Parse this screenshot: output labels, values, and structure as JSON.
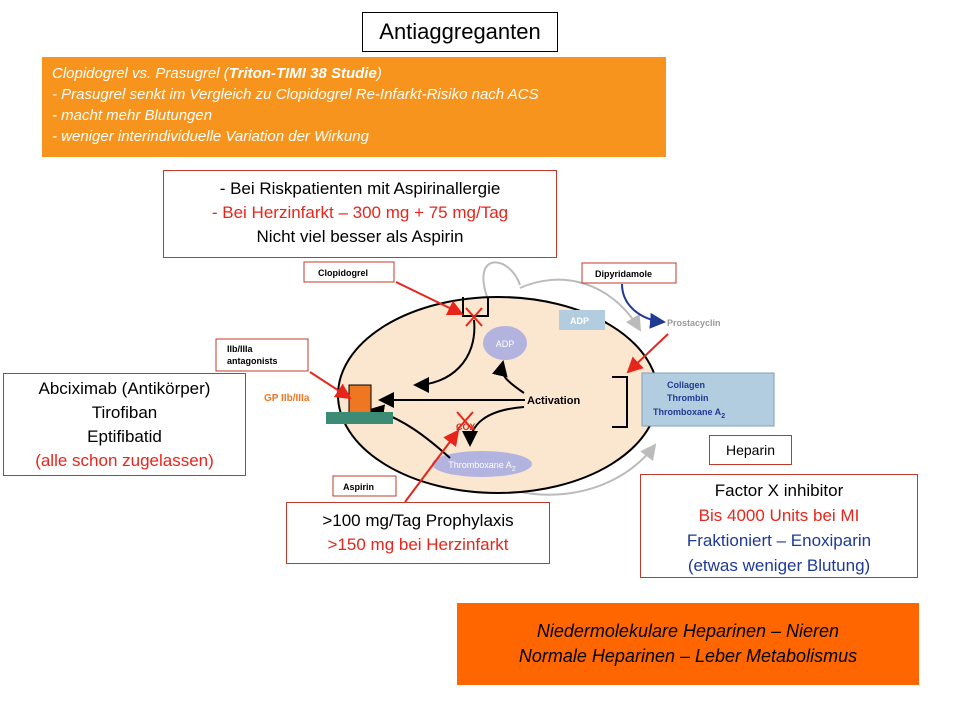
{
  "title": "Antiaggreganten",
  "clopidogrel_note": {
    "line1_prefix": "Clopidogrel vs. Prasugrel (",
    "line1_bold": "Triton-TIMI 38 Studie",
    "line1_suffix": ")",
    "line2": "- Prasugrel senkt im Vergleich zu Clopidogrel Re-Infarkt-Risiko nach ACS",
    "line3": "- macht mehr Blutungen",
    "line4": "- weniger interindividuelle Variation der Wirkung"
  },
  "risk_note": {
    "line1": "- Bei Riskpatienten mit Aspirinallergie",
    "line2": "- Bei Herzinfarkt – 300 mg + 75 mg/Tag",
    "line3": "Nicht viel besser als Aspirin"
  },
  "antagonists_note": {
    "line1": "Abciximab (Antikörper)",
    "line2": "Tirofiban",
    "line3": "Eptifibatid",
    "line4": "(alle schon zugelassen)"
  },
  "aspirin_note": {
    "line1": ">100 mg/Tag Prophylaxis",
    "line2": ">150 mg bei Herzinfarkt"
  },
  "heparin_label": "Heparin",
  "factor_note": {
    "line1": "Factor X inhibitor",
    "line2": "Bis 4000 Units bei MI",
    "line3": "Fraktioniert – Enoxiparin",
    "line4": "(etwas weniger Blutung)"
  },
  "bottom_note": {
    "line1": "Niedermolekulare Heparinen – Nieren",
    "line2": "Normale Heparinen – Leber Metabolismus"
  },
  "diagram": {
    "clopidogrel": "Clopidogrel",
    "dipyridamole": "Dipyridamole",
    "adp_box": "ADP",
    "prostacyclin": "Prostacyclin",
    "iib_line1": "IIb/IIIa",
    "iib_line2": "antagonists",
    "gp": "GP IIb/IIIa",
    "adp_inner": "ADP",
    "activation": "Activation",
    "cox": "COX",
    "thromboxane": "Thromboxane A",
    "thromboxane_sub": "2",
    "aspirin": "Aspirin",
    "collagen": "Collagen",
    "thrombin": "Thrombin",
    "thromboxane2": "Thromboxane A",
    "thromboxane2_sub": "2"
  },
  "colors": {
    "orange": "#f7941d",
    "bottom_orange": "#ff6600",
    "red": "#e8251b",
    "blue": "#1f3a93",
    "cell_fill": "#fbe6cf"
  }
}
